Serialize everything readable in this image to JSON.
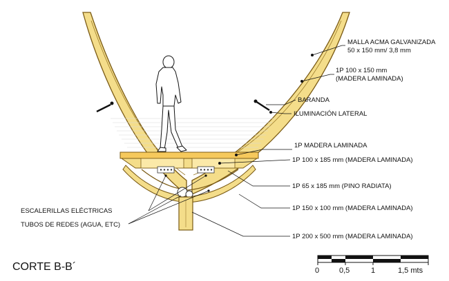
{
  "title": "CORTE B-B´",
  "labels": {
    "malla_line1": "MALLA ACMA GALVANIZADA",
    "malla_line2": "50 x 150 mm/ 3,8 mm",
    "wood_side_line1": "1P 100 x 150 mm",
    "wood_side_line2": "(MADERA LAMINADA)",
    "baranda": "BARANDA",
    "iluminacion": "ILUMINACIÓN LATERAL",
    "deck": "1P MADERA LAMINADA",
    "beam": "1P 100 x 185 mm (MADERA LAMINADA)",
    "pino": "1P  65 x 185 mm (PINO RADIATA)",
    "curved": "1P 150 x 100 mm (MADERA LAMINADA)",
    "keel": "1P 200 x 500 mm (MADERA LAMINADA)",
    "escalerillas": "ESCALERILLAS ELÉCTRICAS",
    "tubos": "TUBOS DE REDES (AGUA, ETC)"
  },
  "scale_bar": {
    "ticks": [
      "0",
      "0,5",
      "1",
      "1,5 mts"
    ]
  },
  "colors": {
    "wood": "#f4dd8a",
    "wood_stroke": "#7a5a14",
    "deck_wood": "#f6c95c",
    "line": "#111111"
  }
}
